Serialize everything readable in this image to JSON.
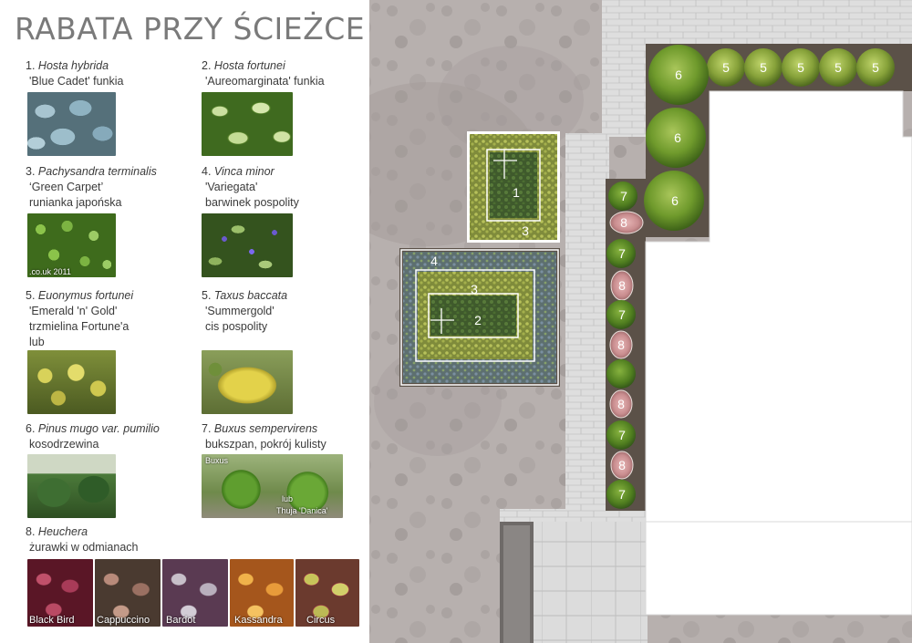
{
  "title": "RABATA PRZY ŚCIEŻCE",
  "plants": [
    {
      "num": "1.",
      "species": "Hosta hybrida",
      "line2": "'Blue Cadet'  funkia",
      "line3": "",
      "line4": ""
    },
    {
      "num": "2.",
      "species": "Hosta fortunei",
      "line2": "'Aureomarginata' funkia",
      "line3": "",
      "line4": ""
    },
    {
      "num": "3.",
      "species": "Pachysandra terminalis",
      "line2": "‘Green Carpet’",
      "line3": "runianka japońska",
      "line4": ""
    },
    {
      "num": "4.",
      "species": "Vinca minor",
      "line2": "'Variegata'",
      "line3": "barwinek pospolity",
      "line4": ""
    },
    {
      "num": "5.",
      "species": "Euonymus fortunei",
      "line2": "'Emerald 'n' Gold'",
      "line3": "trzmielina Fortune'a",
      "line4": "lub"
    },
    {
      "num": "5.",
      "species": "Taxus baccata",
      "line2": "'Summergold'",
      "line3": "cis pospolity",
      "line4": ""
    },
    {
      "num": "6.",
      "species": "Pinus mugo var. pumilio",
      "line2": "kosodrzewina",
      "line3": "",
      "line4": ""
    },
    {
      "num": "7.",
      "species": "Buxus sempervirens",
      "line2": "bukszpan, pokrój kulisty",
      "line3": "",
      "line4": ""
    },
    {
      "num": "8.",
      "species": "Heuchera",
      "line2": "żurawki w odmianach",
      "line3": "",
      "line4": ""
    }
  ],
  "photo_captions": {
    "pachysandra": ".co.uk 2011",
    "buxus_top": "Buxus",
    "buxus_lub": "lub",
    "buxus_alt": "Thuja 'Danica'"
  },
  "heuchera_varieties": [
    "Black Bird",
    "Cappuccino",
    "Bardot",
    "Kassandra",
    "Circus"
  ],
  "plan_labels": {
    "bed1_hosta": "1",
    "bed1_pachysandra": "3",
    "bed2_vinca": "4",
    "bed2_pachysandra": "3",
    "bed2_hosta": "2",
    "hedge": [
      "5",
      "5",
      "5",
      "5",
      "5"
    ],
    "pines": [
      "6",
      "6",
      "6"
    ],
    "border": [
      "7",
      "8",
      "7",
      "8",
      "7",
      "8",
      "8",
      "7",
      "8",
      "7"
    ]
  },
  "colors": {
    "gravel": "#b5aeac",
    "paving": "#dcdcdc",
    "soil": "#5b5148",
    "lawn": "#ffffff",
    "title_gray": "#7a7a7a"
  }
}
